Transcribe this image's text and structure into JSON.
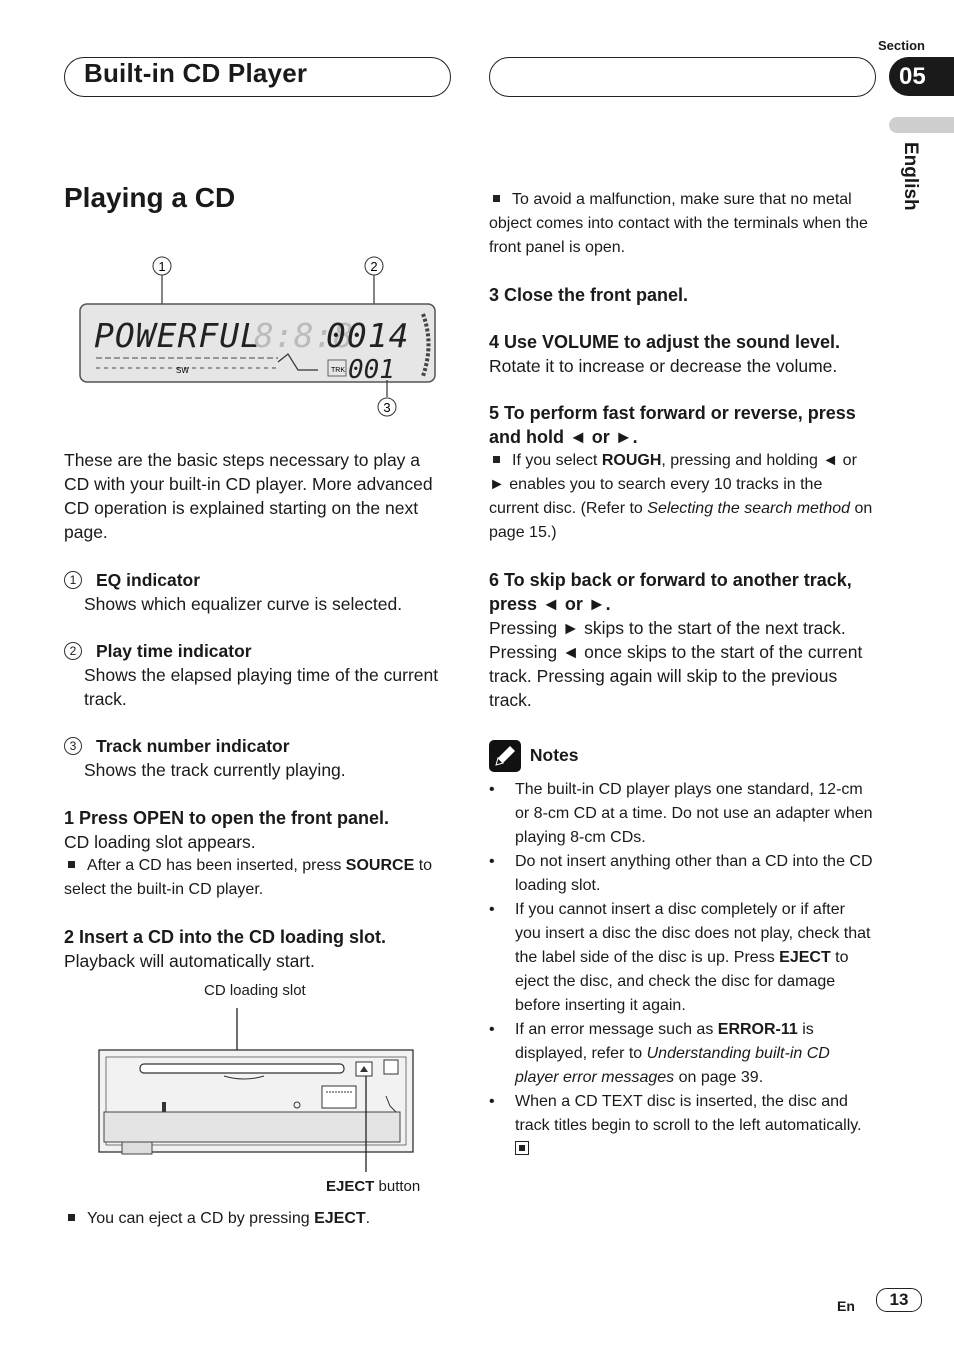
{
  "header": {
    "chapter_title": "Built-in CD Player",
    "section_label": "Section",
    "section_number": "05",
    "language_tab": "English"
  },
  "page_title": "Playing a CD",
  "display_figure": {
    "callout_1": "1",
    "callout_2": "2",
    "callout_3": "3",
    "eq_text": "POWERFUL",
    "time_text": "0014",
    "track_text": "001",
    "sw_label": "SW",
    "trk_label": "TRK"
  },
  "intro": "These are the basic steps necessary to play a CD with your built-in CD player. More advanced CD operation is explained starting on the next page.",
  "indicators": [
    {
      "num": "1",
      "title": "EQ indicator",
      "desc": "Shows which equalizer curve is selected."
    },
    {
      "num": "2",
      "title": "Play time indicator",
      "desc": "Shows the elapsed playing time of the current track."
    },
    {
      "num": "3",
      "title": "Track number indicator",
      "desc": "Shows the track currently playing."
    }
  ],
  "steps_left": {
    "s1_title": "1    Press OPEN to open the front panel.",
    "s1_body": "CD loading slot appears.",
    "s1_note_pre": "After a CD has been inserted, press ",
    "s1_note_bold": "SOURCE",
    "s1_note_post": " to select the built-in CD player.",
    "s2_title": "2    Insert a CD into the CD loading slot.",
    "s2_body": "Playback will automatically start."
  },
  "unit_figure": {
    "slot_caption": "CD loading slot",
    "eject_caption_bold": "EJECT",
    "eject_caption_rest": " button"
  },
  "eject_note_pre": "You can eject a CD by pressing ",
  "eject_note_bold": "EJECT",
  "eject_note_post": ".",
  "right": {
    "malfunction_note": "To avoid a malfunction, make sure that no metal object comes into contact with the terminals when the front panel is open.",
    "s3_title": "3    Close the front panel.",
    "s4_title": "4    Use VOLUME to adjust the sound level.",
    "s4_body": "Rotate it to increase or decrease the volume.",
    "s5_title": "5    To perform fast forward or reverse, press and hold ◄ or ►.",
    "s5_note_pre": "If you select ",
    "s5_note_bold": "ROUGH",
    "s5_note_mid": ", pressing and holding ◄ or ► enables you to search every 10 tracks in the current disc. (Refer to ",
    "s5_note_ital": "Selecting the search method",
    "s5_note_post": " on page 15.)",
    "s6_title": "6    To skip back or forward to another track, press ◄ or ►.",
    "s6_body": "Pressing ► skips to the start of the next track. Pressing ◄ once skips to the start of the current track. Pressing again will skip to the previous track."
  },
  "notes": {
    "heading": "Notes",
    "n1": "The built-in CD player plays one standard, 12-cm or 8-cm CD at a time. Do not use an adapter when playing 8-cm CDs.",
    "n2": "Do not insert anything other than a CD into the CD loading slot.",
    "n3_pre": "If you cannot insert a disc completely or if after you insert a disc the disc does not play, check that the label side of the disc is up. Press ",
    "n3_bold": "EJECT",
    "n3_post": " to eject the disc, and check the disc for damage before inserting it again.",
    "n4_pre": "If an error message such as ",
    "n4_bold": "ERROR-11",
    "n4_mid": " is displayed, refer to ",
    "n4_ital": "Understanding built-in CD player error messages",
    "n4_post": " on page 39.",
    "n5": "When a CD TEXT disc is inserted, the disc and track titles begin to scroll to the left automatically."
  },
  "footer": {
    "lang": "En",
    "page": "13"
  }
}
